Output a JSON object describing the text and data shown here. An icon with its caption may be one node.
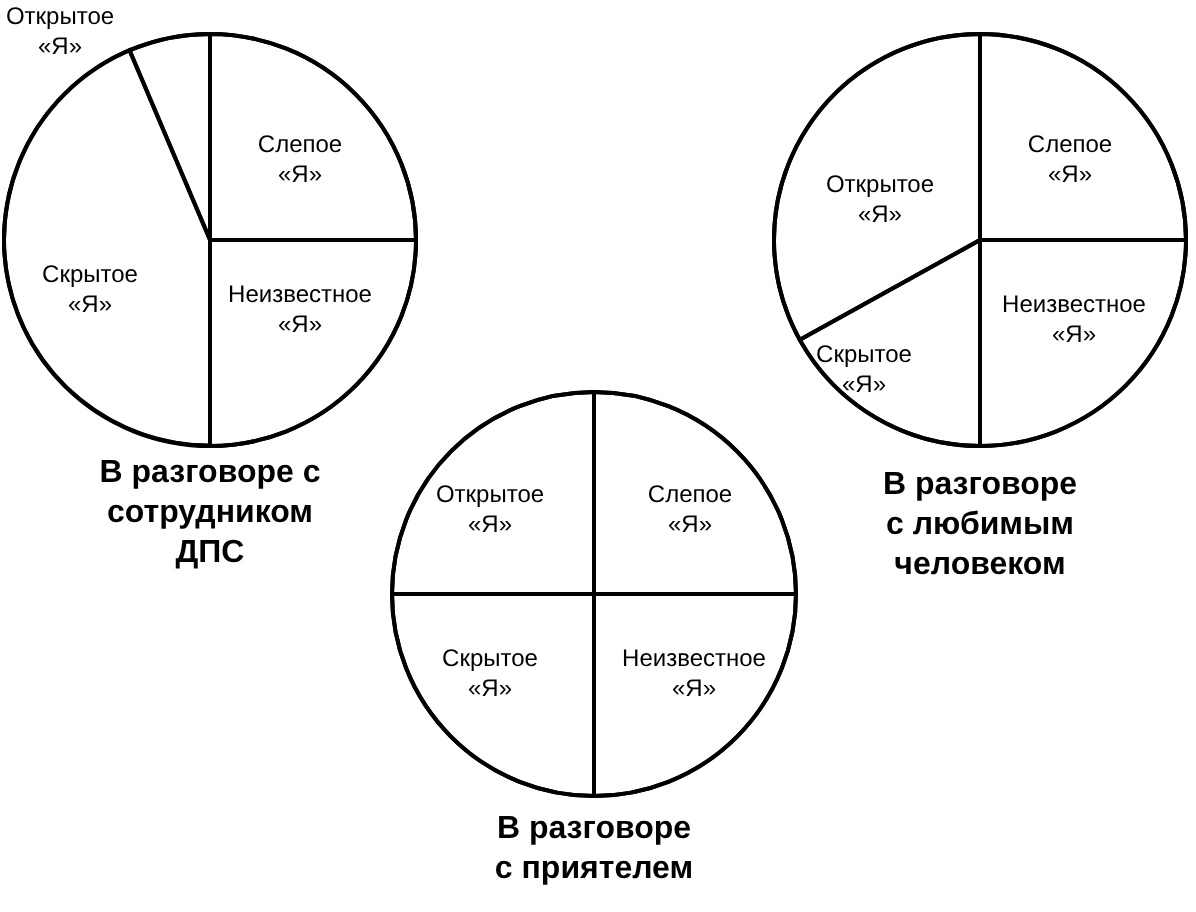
{
  "diagram": {
    "nodes": [
      {
        "text": [
          "В разговоре с сотрудником ДПС"
        ]
      },
      {
        "text": [
          "Открытое «Я»"
        ],
        "in": 0
      },
      {
        "text": [
          "Слепое «Я»"
        ],
        "in": 0
      },
      {
        "text": [
          "Скрытое «Я»"
        ],
        "in": 0
      },
      {
        "text": [
          "Неизвестное «Я»"
        ],
        "in": 0
      },
      {
        "text": [
          "В разговоре с любимым человеком"
        ]
      },
      {
        "text": [
          "Открытое «Я»"
        ],
        "in": 5
      },
      {
        "text": [
          "Слепое «Я»"
        ],
        "in": 5
      },
      {
        "text": [
          "Скрытое «Я»"
        ],
        "in": 5
      },
      {
        "text": [
          "Неизвестное «Я»"
        ],
        "in": 5
      },
      {
        "text": [
          "В разговоре с приятелем"
        ]
      },
      {
        "text": [
          "Открытое «Я»"
        ],
        "in": 10
      },
      {
        "text": [
          "Слепое «Я»"
        ],
        "in": 10
      },
      {
        "text": [
          "Скрытое «Я»"
        ],
        "in": 10
      },
      {
        "text": [
          "Неизвестное «Я»"
        ],
        "in": 10
      }
    ],
    "edges": []
  }
}
